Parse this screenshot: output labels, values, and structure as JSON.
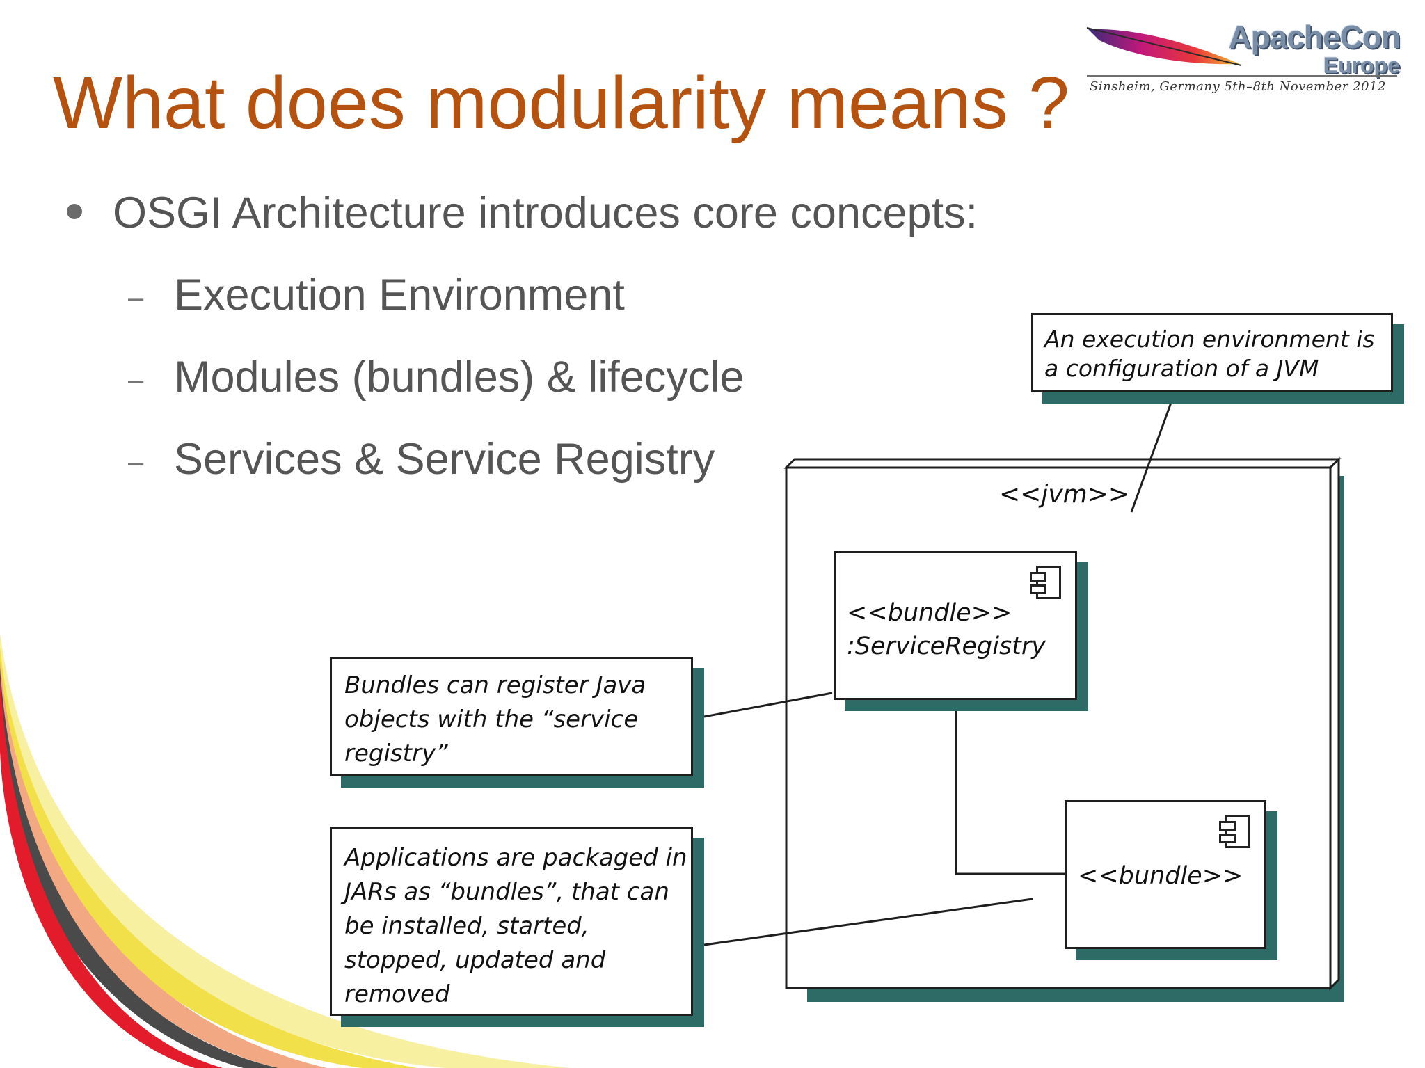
{
  "slide": {
    "title": "What does modularity means ?",
    "bullet": "OSGI Architecture introduces core concepts:",
    "sub_bullets": [
      "Execution Environment",
      "Modules (bundles) & lifecycle",
      "Services & Service Registry"
    ],
    "dash": "–"
  },
  "logo": {
    "name": "ApacheCon",
    "region": "Europe",
    "tagline": "Sinsheim, Germany 5th–8th November 2012"
  },
  "diagram": {
    "jvm_label": "<<jvm>>",
    "registry": {
      "stereotype": "<<bundle>>",
      "name": ":ServiceRegistry"
    },
    "bundle": {
      "stereotype": "<<bundle>>"
    },
    "notes": {
      "execution_env": "An execution environment is\na configuration of a JVM",
      "service_registry": "Bundles can register Java\nobjects with the “service\nregistry”",
      "bundles": "Applications are packaged in\nJARs as “bundles”, that can\nbe installed, started,\nstopped, updated and\nremoved"
    }
  },
  "colors": {
    "title": "#b5520f",
    "text": "#555555",
    "box_shadow": "#2f6b66",
    "swoosh": [
      "#e21c2b",
      "#4a4a4a",
      "#f3a884",
      "#f2e04a",
      "#f7f0a0"
    ]
  }
}
